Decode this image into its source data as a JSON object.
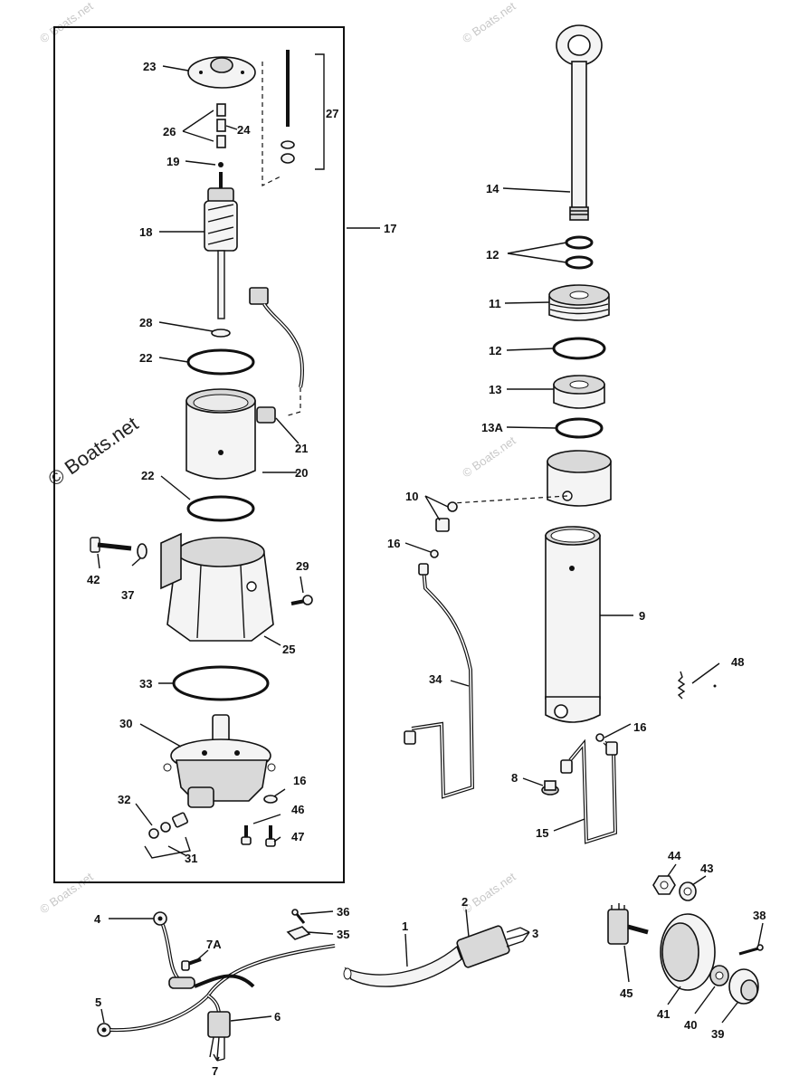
{
  "watermarks": {
    "main": "© Boats.net",
    "small": "© Boats.net"
  },
  "callouts": {
    "c1": "1",
    "c2": "2",
    "c3": "3",
    "c4": "4",
    "c5": "5",
    "c6": "6",
    "c7": "7",
    "c7A": "7A",
    "c8": "8",
    "c9": "9",
    "c10": "10",
    "c11": "11",
    "c12a": "12",
    "c12b": "12",
    "c13": "13",
    "c13A": "13A",
    "c14": "14",
    "c15": "15",
    "c16a": "16",
    "c16b": "16",
    "c16c": "16",
    "c17": "17",
    "c18": "18",
    "c19": "19",
    "c20": "20",
    "c21": "21",
    "c22a": "22",
    "c22b": "22",
    "c23": "23",
    "c24": "24",
    "c25": "25",
    "c26": "26",
    "c27": "27",
    "c28": "28",
    "c29": "29",
    "c30": "30",
    "c31": "31",
    "c32": "32",
    "c33": "33",
    "c34": "34",
    "c35": "35",
    "c36": "36",
    "c37": "37",
    "c38": "38",
    "c39": "39",
    "c40": "40",
    "c41": "41",
    "c42": "42",
    "c43": "43",
    "c44": "44",
    "c45": "45",
    "c46": "46",
    "c47": "47",
    "c48": "48"
  }
}
